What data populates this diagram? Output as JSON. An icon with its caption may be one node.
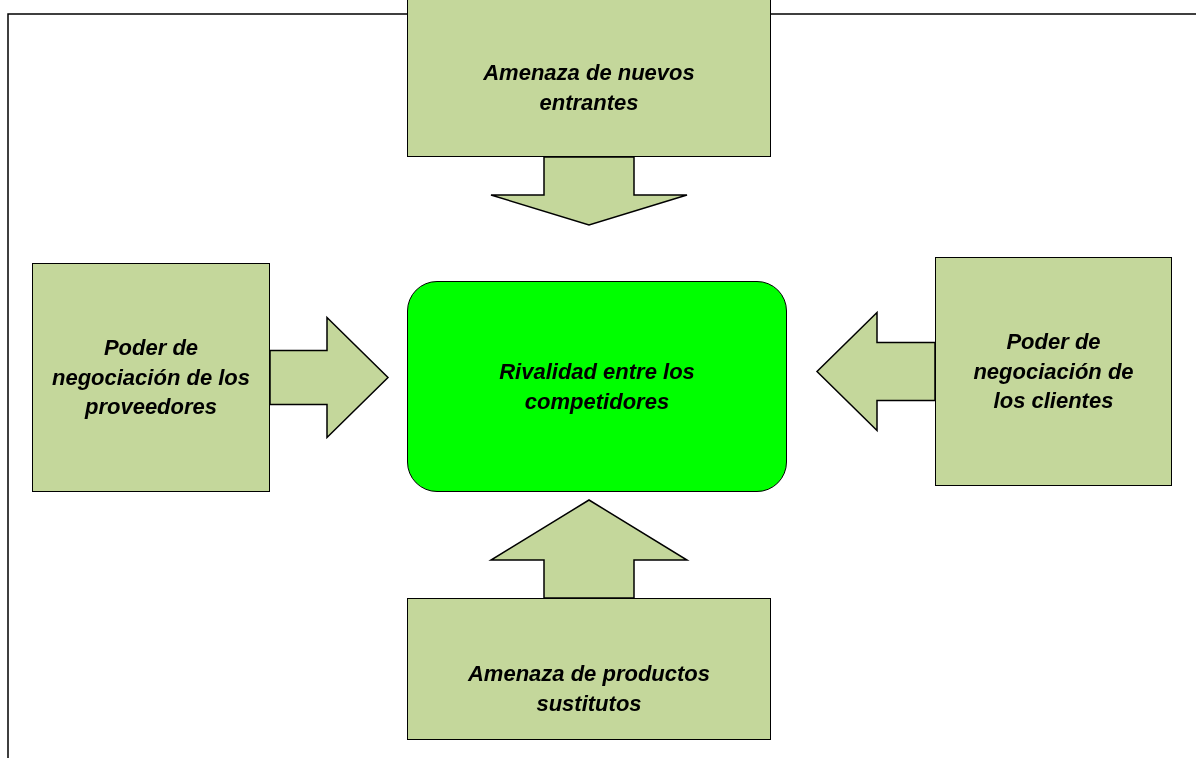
{
  "diagram": {
    "nodes": [
      {
        "text": [
          "Amenaza de nuevos entrantes"
        ]
      },
      {
        "text": [
          "Poder de negociación de los proveedores"
        ]
      },
      {
        "text": [
          "Rivalidad entre los competidores"
        ]
      },
      {
        "text": [
          "Poder de negociación de los clientes"
        ]
      },
      {
        "text": [
          "Amenaza de productos sustitutos"
        ]
      }
    ],
    "edges": [
      {
        "from": 0,
        "to": 2,
        "arrow": "to"
      },
      {
        "from": 1,
        "to": 2,
        "arrow": "to"
      },
      {
        "from": 3,
        "to": 2,
        "arrow": "to"
      },
      {
        "from": 4,
        "to": 2,
        "arrow": "to"
      }
    ]
  }
}
